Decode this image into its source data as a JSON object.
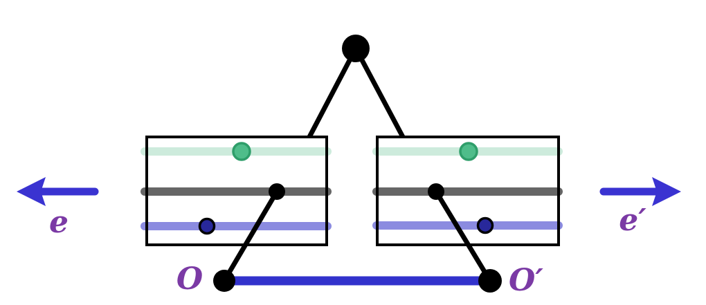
{
  "figure": {
    "labels": {
      "left_arrow": "e",
      "right_arrow": "e′",
      "origin_left": "O",
      "origin_right": "O′"
    },
    "colors": {
      "black": "#000000",
      "arrow_blue": "#3a33d1",
      "baseline_blue": "#3232cc",
      "label_purple": "#7b3aa5",
      "mint_bar": "#cdebdc",
      "gray_bar": "#666666",
      "lavender_bar": "#8b8be0",
      "green_dot_fill": "#4fbd8a",
      "green_dot_ring": "#2f9e6a",
      "navy_dot_fill": "#28289b"
    }
  }
}
